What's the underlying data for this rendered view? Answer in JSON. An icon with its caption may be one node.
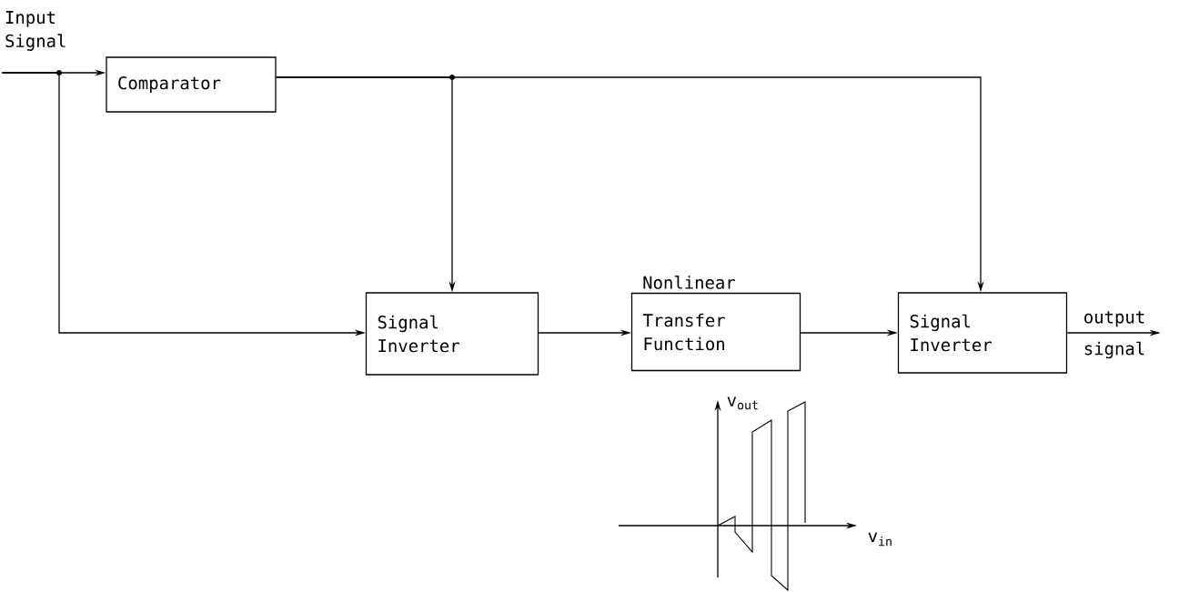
{
  "diagram": {
    "nodes": [
      {
        "text": [
          "Input Signal"
        ]
      },
      {
        "text": [
          "Comparator"
        ]
      },
      {
        "text": [
          "Signal Inverter"
        ]
      },
      {
        "text": [
          "Nonlinear",
          "Transfer Function"
        ]
      },
      {
        "text": [
          "Signal Inverter"
        ]
      },
      {
        "text": [
          "output",
          "signal"
        ]
      }
    ],
    "edges": [
      {
        "from": 0,
        "to": 1,
        "arrow": "to"
      },
      {
        "from": 0,
        "to": 2,
        "arrow": "to"
      },
      {
        "from": 1,
        "to": 2,
        "arrow": "to"
      },
      {
        "from": 1,
        "to": 4,
        "arrow": "to"
      },
      {
        "from": 2,
        "to": 3,
        "arrow": "to"
      },
      {
        "from": 3,
        "to": 4,
        "arrow": "to"
      },
      {
        "from": 4,
        "to": 5,
        "arrow": "to"
      }
    ],
    "labels": [
      "v$_{out}$",
      "v$_{in}$"
    ]
  }
}
